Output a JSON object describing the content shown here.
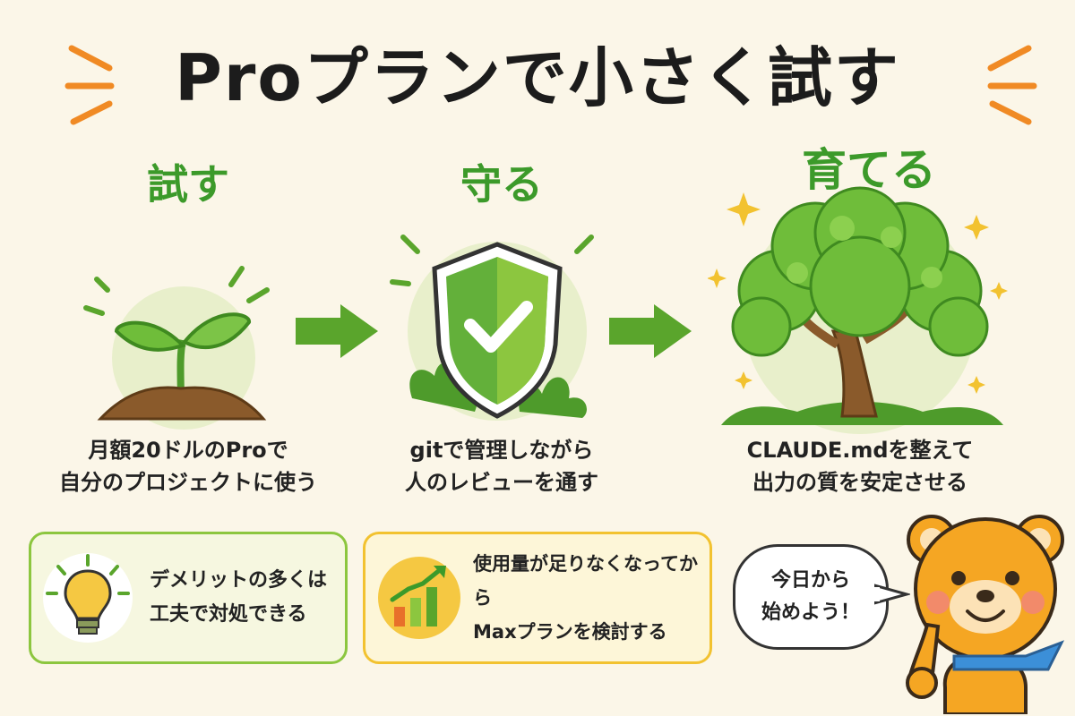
{
  "title": "Proプランで小さく試す",
  "steps": [
    {
      "label": "試す",
      "caption_lines": [
        "月額20ドルのProで",
        "自分のプロジェクトに使う"
      ],
      "icon": "seedling-icon"
    },
    {
      "label": "守る",
      "caption_lines": [
        "gitで管理しながら",
        "人のレビューを通す"
      ],
      "icon": "shield-check-icon"
    },
    {
      "label": "育てる",
      "caption_lines": [
        "CLAUDE.mdを整えて",
        "出力の質を安定させる"
      ],
      "icon": "tree-icon"
    }
  ],
  "cards": [
    {
      "lines": [
        "デメリットの多くは",
        "工夫で対処できる"
      ],
      "icon": "lightbulb-icon",
      "border": "#8cc63f",
      "bg": "#f6f7e0"
    },
    {
      "lines": [
        "使用量が足りなくなってから",
        "Maxプランを検討する"
      ],
      "icon": "growth-chart-icon",
      "border": "#f2c230",
      "bg": "#fdf6d8"
    }
  ],
  "mascot": {
    "speech_lines": [
      "今日から",
      "始めよう！"
    ],
    "icon": "bear-mascot-icon"
  },
  "colors": {
    "accent_green": "#3c9a2a",
    "title": "#1c1c1c",
    "burst": "#f08a24",
    "background": "#fbf6e8"
  }
}
